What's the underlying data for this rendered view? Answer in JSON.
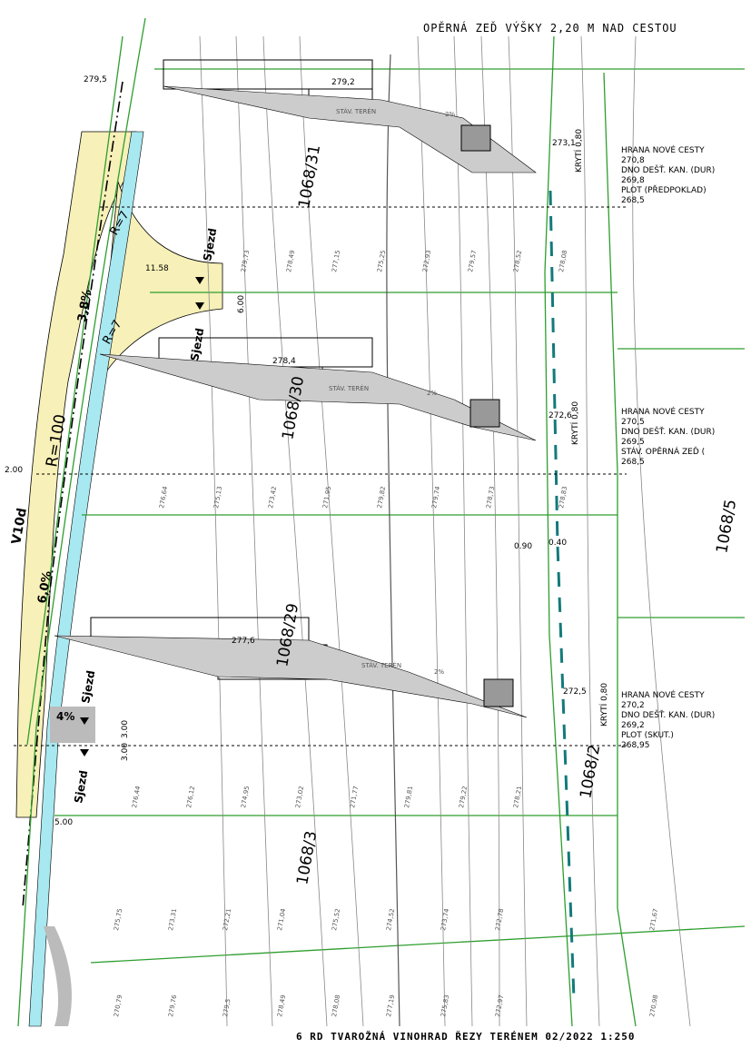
{
  "title": "OPĚRNÁ ZEĎ VÝŠKY 2,20 M NAD CESTOU",
  "footer": "6 RD TVAROŽNÁ VINOHRAD   ŘEZY TERÉNEM   02/2022   1:250",
  "parcels": [
    "1068/31",
    "1068/30",
    "1068/29",
    "1068/3",
    "1068/2",
    "1068/5"
  ],
  "road": {
    "radius_main": "R=100",
    "radius_a": "R=7",
    "radius_b": "R=7",
    "slope_a": "3,8%",
    "slope_b": "6,0%",
    "slope_c": "4%",
    "road_code": "V10d"
  },
  "driveways": [
    "Sjezd",
    "Sjezd",
    "Sjezd",
    "Sjezd"
  ],
  "dims": {
    "d1": "11.58",
    "d2": "6.00",
    "d3": "3.00",
    "d4": "3.00",
    "d5": "5.00",
    "d6": "0.90",
    "d7": "0.40",
    "d8": "2.00"
  },
  "sections": [
    {
      "level_top": "279,5",
      "level_wall": "279,2",
      "terrain": "STÁV. TERÉN",
      "slope": "2%",
      "level_right": "273,1",
      "cover": "KRYTÍ 0,80",
      "notes": [
        {
          "text": "HRANA NOVÉ CESTY",
          "level": "270,8"
        },
        {
          "text": "DNO DEŠŤ. KAN. (DUR)",
          "level": "269,8"
        },
        {
          "text": "PLOT (PŘEDPOKLAD)",
          "level": "268,5"
        }
      ]
    },
    {
      "level_wall": "278,4",
      "terrain": "STÁV. TERÉN",
      "slope": "2%",
      "level_right": "272,6",
      "cover": "KRYTÍ 0,80",
      "notes": [
        {
          "text": "HRANA NOVÉ CESTY",
          "level": "270,5"
        },
        {
          "text": "DNO DEŠŤ. KAN. (DUR)",
          "level": "269,5"
        },
        {
          "text": "STÁV. OPĚRNÁ ZEĎ (",
          "level": "268,5"
        }
      ]
    },
    {
      "level_wall": "277,6",
      "terrain": "STÁV. TERÉN",
      "slope": "2%",
      "level_right": "272,5",
      "cover": "KRYTÍ 0,80",
      "notes": [
        {
          "text": "HRANA NOVÉ CESTY",
          "level": "270,2"
        },
        {
          "text": "DNO DEŠŤ. KAN. (DUR)",
          "level": "269,2"
        },
        {
          "text": "PLOT (SKUT.)",
          "level": "268,95"
        }
      ]
    }
  ],
  "contour_labels": [
    "279,73",
    "278,49",
    "277,15",
    "275,25",
    "272,93",
    "279,57",
    "278,52",
    "278,08",
    "276,64",
    "275,13",
    "273,42",
    "271,95",
    "279,82",
    "279,74",
    "278,73",
    "278,83",
    "276,44",
    "276,12",
    "274,95",
    "273,02",
    "271,77",
    "279,81",
    "279,22",
    "278,21",
    "275,75",
    "273,31",
    "272,21",
    "271,04",
    "275,52",
    "274,52",
    "273,74",
    "272,78",
    "271,67",
    "270,79",
    "279,76",
    "279,5",
    "278,49",
    "278,08",
    "277,19",
    "275,83",
    "272,97",
    "270,98"
  ],
  "colors": {
    "road": "#f7f0b8",
    "strip": "#a8e8f0",
    "green": "#2e9e2e",
    "teal": "#137a7a"
  }
}
